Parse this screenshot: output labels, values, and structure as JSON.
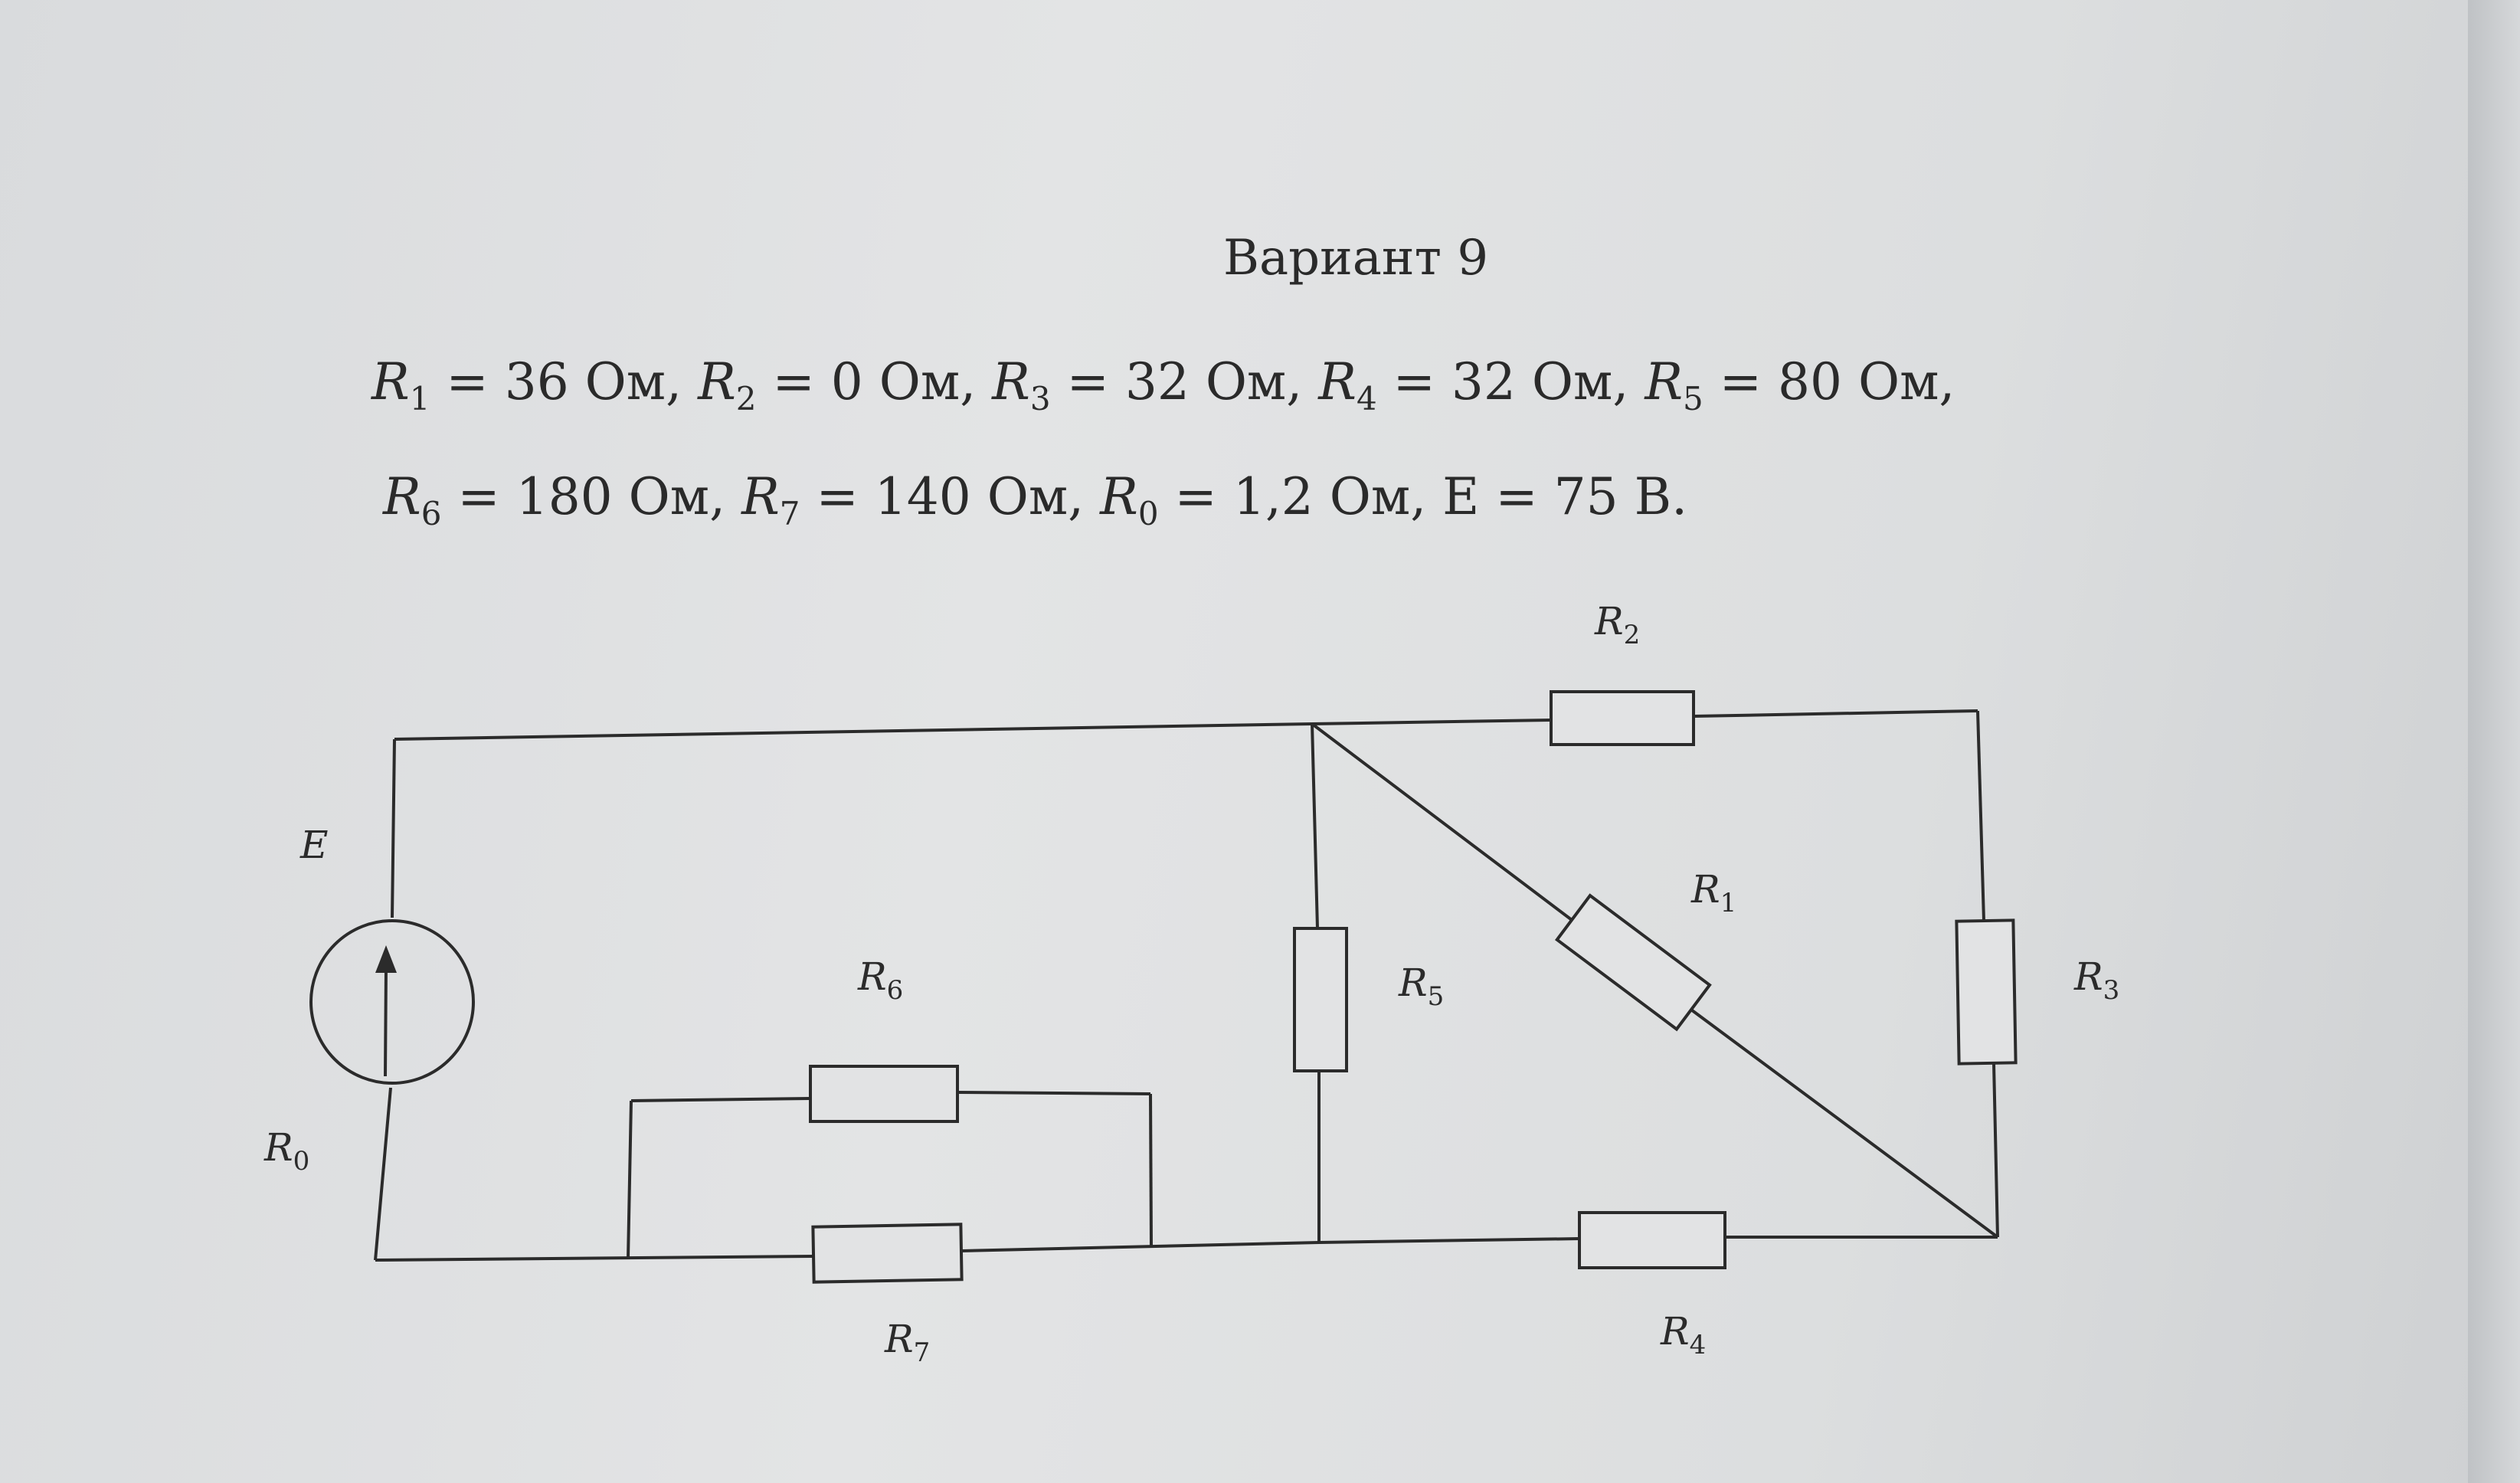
{
  "title": "Вариант 9",
  "params_line1": [
    {
      "sym": "R",
      "sub": "1",
      "rest": " = 36 Ом, "
    },
    {
      "sym": "R",
      "sub": "2",
      "rest": " = 0 Ом, "
    },
    {
      "sym": "R",
      "sub": "3",
      "rest": " = 32 Ом, "
    },
    {
      "sym": "R",
      "sub": "4",
      "rest": " = 32 Ом, "
    },
    {
      "sym": "R",
      "sub": "5",
      "rest": " = 80 Ом,"
    }
  ],
  "params_line2": [
    {
      "sym": "R",
      "sub": "6",
      "rest": " = 180 Ом, "
    },
    {
      "sym": "R",
      "sub": "7",
      "rest": " = 140 Ом, "
    },
    {
      "sym": "R",
      "sub": "0",
      "rest": " = 1,2 Ом, "
    },
    {
      "sym": "",
      "sub": "",
      "rest": "E = 75 В."
    }
  ],
  "labels": {
    "E": "E",
    "R0": {
      "sym": "R",
      "sub": "0"
    },
    "R1": {
      "sym": "R",
      "sub": "1"
    },
    "R2": {
      "sym": "R",
      "sub": "2"
    },
    "R3": {
      "sym": "R",
      "sub": "3"
    },
    "R4": {
      "sym": "R",
      "sub": "4"
    },
    "R5": {
      "sym": "R",
      "sub": "5"
    },
    "R6": {
      "sym": "R",
      "sub": "6"
    },
    "R7": {
      "sym": "R",
      "sub": "7"
    }
  },
  "colors": {
    "ink": "#2b2b2b",
    "paper": "#e1e2e3"
  }
}
